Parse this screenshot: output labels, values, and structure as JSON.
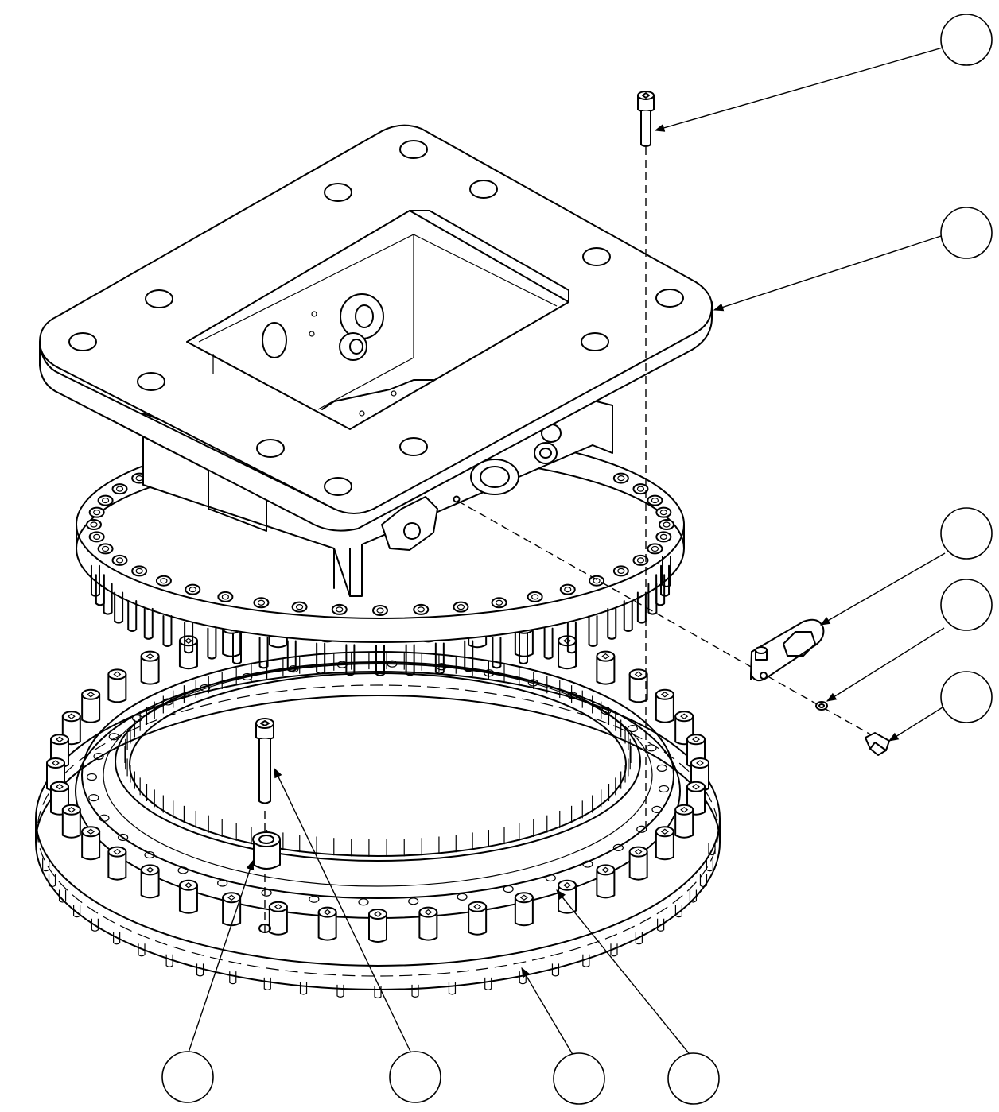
{
  "drawing": {
    "type": "exploded isometric assembly drawing",
    "background": "#ffffff",
    "line_color": "#000000"
  },
  "parts": [
    {
      "id": "top-screw",
      "icon": "socket-head-cap-screw"
    },
    {
      "id": "gearbox-housing",
      "icon": "rectangular-flanged-housing"
    },
    {
      "id": "cover-plate",
      "icon": "oval-plate-with-hex-opening"
    },
    {
      "id": "lock-washer",
      "icon": "small-washer"
    },
    {
      "id": "side-bolt",
      "icon": "hex-bolt"
    },
    {
      "id": "spacer-sleeve",
      "icon": "cylindrical-sleeve"
    },
    {
      "id": "long-screw",
      "icon": "long-socket-head-screw"
    },
    {
      "id": "slewing-ring",
      "icon": "internal-gear-slewing-ring"
    },
    {
      "id": "bolt-ring",
      "icon": "ring-of-cap-screws"
    }
  ],
  "balloons": [
    {
      "id": "balloon-1",
      "label": "",
      "target": "top-screw"
    },
    {
      "id": "balloon-2",
      "label": "",
      "target": "gearbox-housing"
    },
    {
      "id": "balloon-3",
      "label": "",
      "target": "cover-plate"
    },
    {
      "id": "balloon-4",
      "label": "",
      "target": "lock-washer"
    },
    {
      "id": "balloon-5",
      "label": "",
      "target": "side-bolt"
    },
    {
      "id": "balloon-6",
      "label": "",
      "target": "spacer-sleeve"
    },
    {
      "id": "balloon-7",
      "label": "",
      "target": "long-screw"
    },
    {
      "id": "balloon-8",
      "label": "",
      "target": "slewing-ring"
    },
    {
      "id": "balloon-9",
      "label": "",
      "target": "bolt-ring"
    }
  ]
}
